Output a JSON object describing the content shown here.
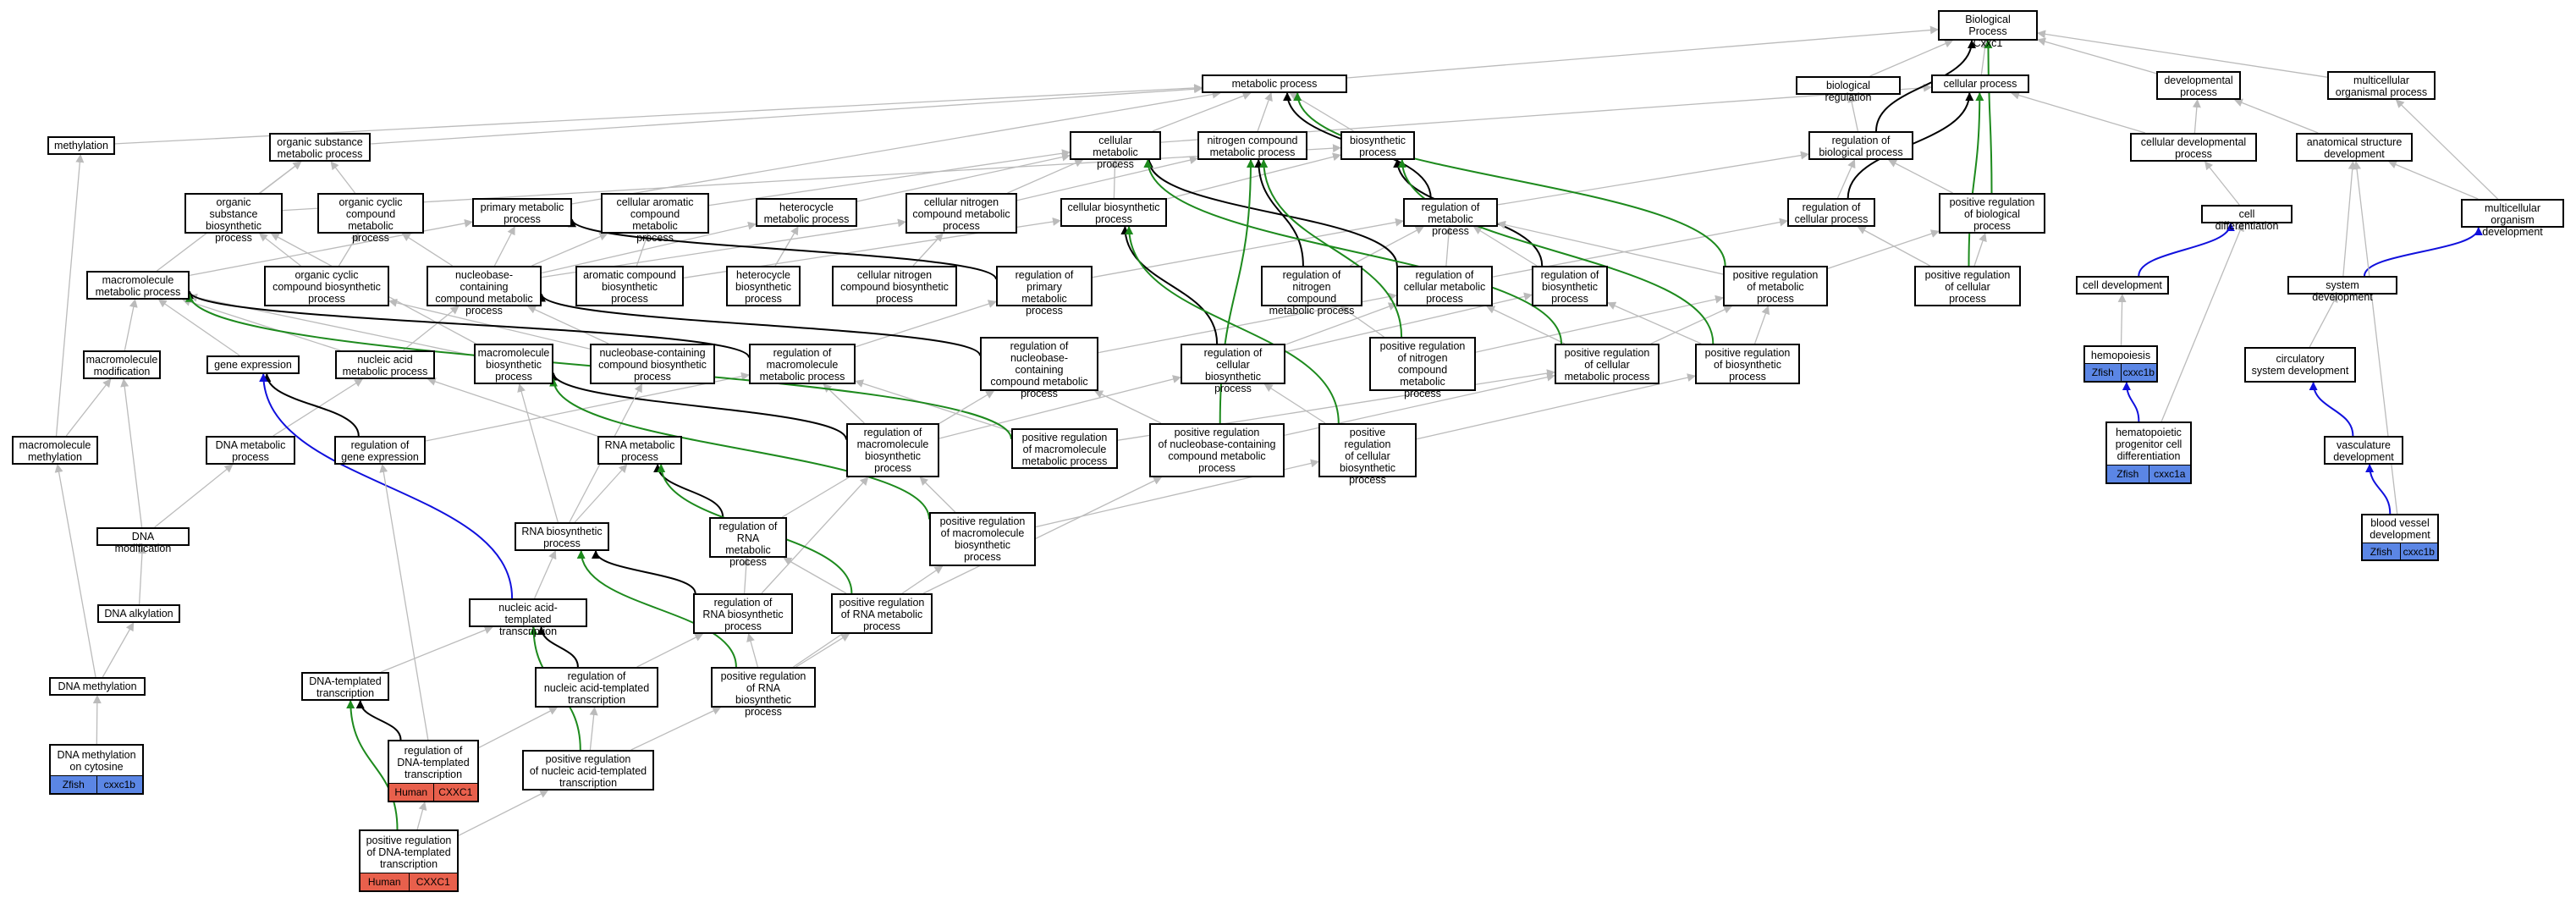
{
  "colors": {
    "inferred_edge": "#bbbbbb",
    "regulates_edge": "#000000",
    "positive_regulates_edge": "#1d8a1d",
    "part_of_edge": "#1010dd",
    "zfish_annotation": "#5b86e5",
    "human_annotation": "#e8604c"
  },
  "nodes": [
    {
      "id": "root",
      "label": "Biological Process\nCxxc1"
    },
    {
      "id": "metabolic",
      "label": "metabolic process"
    },
    {
      "id": "biolreg",
      "label": "biological regulation"
    },
    {
      "id": "cellproc",
      "label": "cellular process"
    },
    {
      "id": "devproc",
      "label": "developmental\nprocess"
    },
    {
      "id": "multiproc",
      "label": "multicellular\norganismal process"
    },
    {
      "id": "methylation",
      "label": "methylation"
    },
    {
      "id": "orgsubmet",
      "label": "organic substance\nmetabolic process"
    },
    {
      "id": "cellmet",
      "label": "cellular metabolic\nprocess"
    },
    {
      "id": "nitromet",
      "label": "nitrogen compound\nmetabolic process"
    },
    {
      "id": "biosyn",
      "label": "biosynthetic\nprocess"
    },
    {
      "id": "regbio",
      "label": "regulation of\nbiological process"
    },
    {
      "id": "celldevproc",
      "label": "cellular developmental\nprocess"
    },
    {
      "id": "anatdev",
      "label": "anatomical structure\ndevelopment"
    },
    {
      "id": "orgsubbiosyn",
      "label": "organic substance\nbiosynthetic\nprocess"
    },
    {
      "id": "orgcycmet",
      "label": "organic cyclic\ncompound metabolic\nprocess"
    },
    {
      "id": "primet",
      "label": "primary metabolic\nprocess"
    },
    {
      "id": "cellaromet",
      "label": "cellular aromatic\ncompound metabolic\nprocess"
    },
    {
      "id": "heteromet",
      "label": "heterocycle\nmetabolic process"
    },
    {
      "id": "cellnitromet",
      "label": "cellular nitrogen\ncompound metabolic\nprocess"
    },
    {
      "id": "cellbiosyn",
      "label": "cellular biosynthetic\nprocess"
    },
    {
      "id": "regmet",
      "label": "regulation of\nmetabolic process"
    },
    {
      "id": "regcellproc",
      "label": "regulation of\ncellular process"
    },
    {
      "id": "posregbio",
      "label": "positive regulation\nof biological\nprocess"
    },
    {
      "id": "celldiff",
      "label": "cell differentiation"
    },
    {
      "id": "multidev",
      "label": "multicellular\norganism development"
    },
    {
      "id": "macromet",
      "label": "macromolecule\nmetabolic process"
    },
    {
      "id": "orgcycbiosyn",
      "label": "organic cyclic\ncompound biosynthetic\nprocess"
    },
    {
      "id": "nucbasemet",
      "label": "nucleobase-containing\ncompound metabolic\nprocess"
    },
    {
      "id": "arobiosyn",
      "label": "aromatic compound\nbiosynthetic\nprocess"
    },
    {
      "id": "heterobiosyn",
      "label": "heterocycle\nbiosynthetic\nprocess"
    },
    {
      "id": "cellnitrobiosyn",
      "label": "cellular nitrogen\ncompound biosynthetic\nprocess"
    },
    {
      "id": "regprimet",
      "label": "regulation of\nprimary metabolic\nprocess"
    },
    {
      "id": "regnitromet",
      "label": "regulation of\nnitrogen compound\nmetabolic process"
    },
    {
      "id": "regcellmet",
      "label": "regulation of\ncellular metabolic\nprocess"
    },
    {
      "id": "regbiosyn",
      "label": "regulation of\nbiosynthetic\nprocess"
    },
    {
      "id": "posregmet",
      "label": "positive regulation\nof metabolic\nprocess"
    },
    {
      "id": "posregcell",
      "label": "positive regulation\nof cellular\nprocess"
    },
    {
      "id": "celldev",
      "label": "cell development"
    },
    {
      "id": "sysdev",
      "label": "system development"
    },
    {
      "id": "macromod",
      "label": "macromolecule\nmodification"
    },
    {
      "id": "geneexp",
      "label": "gene expression"
    },
    {
      "id": "nucacidmet",
      "label": "nucleic acid\nmetabolic process"
    },
    {
      "id": "macrobiosyn",
      "label": "macromolecule\nbiosynthetic\nprocess"
    },
    {
      "id": "nucbasebiosyn",
      "label": "nucleobase-containing\ncompound biosynthetic\nprocess"
    },
    {
      "id": "regmacromet",
      "label": "regulation of\nmacromolecule\nmetabolic process"
    },
    {
      "id": "regnucbasemet",
      "label": "regulation of\nnucleobase-containing\ncompound metabolic\nprocess"
    },
    {
      "id": "regcellbiosyn",
      "label": "regulation of\ncellular biosynthetic\nprocess"
    },
    {
      "id": "posregnitromet",
      "label": "positive regulation\nof nitrogen\ncompound metabolic\nprocess"
    },
    {
      "id": "posregcellmet",
      "label": "positive regulation\nof cellular\nmetabolic process"
    },
    {
      "id": "posregbiosyn",
      "label": "positive regulation\nof biosynthetic\nprocess"
    },
    {
      "id": "hemopoiesis",
      "label": "hemopoiesis",
      "anno": {
        "kind": "zfish",
        "species": "Zfish",
        "gene": "cxxc1b"
      }
    },
    {
      "id": "circdev",
      "label": "circulatory\nsystem development"
    },
    {
      "id": "macromethyl",
      "label": "macromolecule\nmethylation"
    },
    {
      "id": "dnamet",
      "label": "DNA metabolic\nprocess"
    },
    {
      "id": "reggeneexp",
      "label": "regulation of\ngene expression"
    },
    {
      "id": "rnamet",
      "label": "RNA metabolic\nprocess"
    },
    {
      "id": "regmacrobiosyn",
      "label": "regulation of\nmacromolecule\nbiosynthetic\nprocess"
    },
    {
      "id": "posregmacromet",
      "label": "positive regulation\nof macromolecule\nmetabolic process"
    },
    {
      "id": "posregnucbasemet",
      "label": "positive regulation\nof nucleobase-containing\ncompound metabolic\nprocess"
    },
    {
      "id": "posregcellbiosyn",
      "label": "positive regulation\nof cellular\nbiosynthetic\nprocess"
    },
    {
      "id": "hpcdiff",
      "label": "hematopoietic\nprogenitor cell\ndifferentiation",
      "anno": {
        "kind": "zfish",
        "species": "Zfish",
        "gene": "cxxc1a"
      }
    },
    {
      "id": "vascdev",
      "label": "vasculature\ndevelopment"
    },
    {
      "id": "dnamod",
      "label": "DNA modification"
    },
    {
      "id": "rnabiosyn",
      "label": "RNA biosynthetic\nprocess"
    },
    {
      "id": "regrnamet",
      "label": "regulation of\nRNA metabolic\nprocess"
    },
    {
      "id": "posregmacrobiosyn",
      "label": "positive regulation\nof macromolecule\nbiosynthetic\nprocess"
    },
    {
      "id": "bvdev",
      "label": "blood vessel\ndevelopment",
      "anno": {
        "kind": "zfish",
        "species": "Zfish",
        "gene": "cxxc1b"
      }
    },
    {
      "id": "dnaalk",
      "label": "DNA alkylation"
    },
    {
      "id": "nuctrans",
      "label": "nucleic acid-templated\ntranscription"
    },
    {
      "id": "regrnabiosyn",
      "label": "regulation of\nRNA biosynthetic\nprocess"
    },
    {
      "id": "posregrnamet",
      "label": "positive regulation\nof RNA metabolic\nprocess"
    },
    {
      "id": "dnamethyl",
      "label": "DNA methylation"
    },
    {
      "id": "dnatrans",
      "label": "DNA-templated\ntranscription"
    },
    {
      "id": "regnuctrans",
      "label": "regulation of\nnucleic acid-templated\ntranscription"
    },
    {
      "id": "posregrnabiosyn",
      "label": "positive regulation\nof RNA biosynthetic\nprocess"
    },
    {
      "id": "dnamethcyt",
      "label": "DNA methylation\non cytosine",
      "anno": {
        "kind": "zfish",
        "species": "Zfish",
        "gene": "cxxc1b"
      }
    },
    {
      "id": "regdnatrans",
      "label": "regulation of\nDNA-templated\ntranscription",
      "anno": {
        "kind": "human",
        "species": "Human",
        "gene": "CXXC1"
      }
    },
    {
      "id": "posregnuctrans",
      "label": "positive regulation\nof nucleic acid-templated\ntranscription"
    },
    {
      "id": "posregdnatrans",
      "label": "positive regulation\nof DNA-templated\ntranscription",
      "anno": {
        "kind": "human",
        "species": "Human",
        "gene": "CXXC1"
      }
    }
  ],
  "edges": [
    [
      "metabolic",
      "root",
      "is_a"
    ],
    [
      "biolreg",
      "root",
      "is_a"
    ],
    [
      "cellproc",
      "root",
      "is_a"
    ],
    [
      "devproc",
      "root",
      "is_a"
    ],
    [
      "multiproc",
      "root",
      "is_a"
    ],
    [
      "methylation",
      "metabolic",
      "is_a"
    ],
    [
      "orgsubmet",
      "metabolic",
      "is_a"
    ],
    [
      "cellmet",
      "metabolic",
      "is_a"
    ],
    [
      "nitromet",
      "metabolic",
      "is_a"
    ],
    [
      "biosyn",
      "metabolic",
      "is_a"
    ],
    [
      "cellmet",
      "cellproc",
      "is_a"
    ],
    [
      "regbio",
      "biolreg",
      "is_a"
    ],
    [
      "regbio",
      "root",
      "regulates"
    ],
    [
      "celldevproc",
      "cellproc",
      "is_a"
    ],
    [
      "celldevproc",
      "devproc",
      "is_a"
    ],
    [
      "anatdev",
      "devproc",
      "is_a"
    ],
    [
      "orgsubbiosyn",
      "orgsubmet",
      "is_a"
    ],
    [
      "orgsubbiosyn",
      "biosyn",
      "is_a"
    ],
    [
      "orgcycmet",
      "orgsubmet",
      "is_a"
    ],
    [
      "primet",
      "metabolic",
      "is_a"
    ],
    [
      "cellaromet",
      "cellmet",
      "is_a"
    ],
    [
      "heteromet",
      "cellmet",
      "is_a"
    ],
    [
      "cellnitromet",
      "cellmet",
      "is_a"
    ],
    [
      "cellnitromet",
      "nitromet",
      "is_a"
    ],
    [
      "cellbiosyn",
      "cellmet",
      "is_a"
    ],
    [
      "cellbiosyn",
      "biosyn",
      "is_a"
    ],
    [
      "regmet",
      "regbio",
      "is_a"
    ],
    [
      "regmet",
      "metabolic",
      "regulates"
    ],
    [
      "regcellproc",
      "regbio",
      "is_a"
    ],
    [
      "regcellproc",
      "cellproc",
      "regulates"
    ],
    [
      "posregbio",
      "regbio",
      "is_a"
    ],
    [
      "posregbio",
      "root",
      "positively_regulates"
    ],
    [
      "celldiff",
      "celldevproc",
      "is_a"
    ],
    [
      "multidev",
      "anatdev",
      "is_a"
    ],
    [
      "multidev",
      "multiproc",
      "is_a"
    ],
    [
      "macromet",
      "orgsubmet",
      "is_a"
    ],
    [
      "macromet",
      "primet",
      "is_a"
    ],
    [
      "orgcycbiosyn",
      "orgcycmet",
      "is_a"
    ],
    [
      "orgcycbiosyn",
      "orgsubbiosyn",
      "is_a"
    ],
    [
      "nucbasemet",
      "orgcycmet",
      "is_a"
    ],
    [
      "nucbasemet",
      "cellaromet",
      "is_a"
    ],
    [
      "nucbasemet",
      "heteromet",
      "is_a"
    ],
    [
      "nucbasemet",
      "cellnitromet",
      "is_a"
    ],
    [
      "nucbasemet",
      "primet",
      "is_a"
    ],
    [
      "arobiosyn",
      "cellaromet",
      "is_a"
    ],
    [
      "arobiosyn",
      "cellbiosyn",
      "is_a"
    ],
    [
      "heterobiosyn",
      "heteromet",
      "is_a"
    ],
    [
      "cellnitrobiosyn",
      "cellnitromet",
      "is_a"
    ],
    [
      "regprimet",
      "regmet",
      "is_a"
    ],
    [
      "regprimet",
      "primet",
      "regulates"
    ],
    [
      "regnitromet",
      "regmet",
      "is_a"
    ],
    [
      "regnitromet",
      "nitromet",
      "regulates"
    ],
    [
      "regcellmet",
      "regmet",
      "is_a"
    ],
    [
      "regcellmet",
      "regcellproc",
      "is_a"
    ],
    [
      "regcellmet",
      "cellmet",
      "regulates"
    ],
    [
      "regbiosyn",
      "regmet",
      "is_a"
    ],
    [
      "regbiosyn",
      "biosyn",
      "regulates"
    ],
    [
      "posregmet",
      "regmet",
      "is_a"
    ],
    [
      "posregmet",
      "posregbio",
      "is_a"
    ],
    [
      "posregmet",
      "metabolic",
      "positively_regulates"
    ],
    [
      "posregcell",
      "regcellproc",
      "is_a"
    ],
    [
      "posregcell",
      "posregbio",
      "is_a"
    ],
    [
      "posregcell",
      "cellproc",
      "positively_regulates"
    ],
    [
      "celldev",
      "celldiff",
      "part_of"
    ],
    [
      "sysdev",
      "anatdev",
      "is_a"
    ],
    [
      "sysdev",
      "multidev",
      "part_of"
    ],
    [
      "macromod",
      "macromet",
      "is_a"
    ],
    [
      "geneexp",
      "macromet",
      "is_a"
    ],
    [
      "nucacidmet",
      "nucbasemet",
      "is_a"
    ],
    [
      "nucacidmet",
      "macromet",
      "is_a"
    ],
    [
      "macrobiosyn",
      "macromet",
      "is_a"
    ],
    [
      "macrobiosyn",
      "orgsubbiosyn",
      "is_a"
    ],
    [
      "nucbasebiosyn",
      "nucbasemet",
      "is_a"
    ],
    [
      "nucbasebiosyn",
      "orgcycbiosyn",
      "is_a"
    ],
    [
      "regmacromet",
      "regprimet",
      "is_a"
    ],
    [
      "regmacromet",
      "macromet",
      "regulates"
    ],
    [
      "regnucbasemet",
      "regcellmet",
      "is_a"
    ],
    [
      "regnucbasemet",
      "nucbasemet",
      "regulates"
    ],
    [
      "regcellbiosyn",
      "regcellmet",
      "is_a"
    ],
    [
      "regcellbiosyn",
      "regbiosyn",
      "is_a"
    ],
    [
      "regcellbiosyn",
      "cellbiosyn",
      "regulates"
    ],
    [
      "posregnitromet",
      "regnitromet",
      "is_a"
    ],
    [
      "posregnitromet",
      "posregmet",
      "is_a"
    ],
    [
      "posregnitromet",
      "nitromet",
      "positively_regulates"
    ],
    [
      "posregcellmet",
      "regcellmet",
      "is_a"
    ],
    [
      "posregcellmet",
      "posregmet",
      "is_a"
    ],
    [
      "posregcellmet",
      "cellmet",
      "positively_regulates"
    ],
    [
      "posregbiosyn",
      "regbiosyn",
      "is_a"
    ],
    [
      "posregbiosyn",
      "posregmet",
      "is_a"
    ],
    [
      "posregbiosyn",
      "biosyn",
      "positively_regulates"
    ],
    [
      "hemopoiesis",
      "celldev",
      "is_a"
    ],
    [
      "circdev",
      "sysdev",
      "is_a"
    ],
    [
      "macromethyl",
      "methylation",
      "is_a"
    ],
    [
      "macromethyl",
      "macromod",
      "is_a"
    ],
    [
      "dnamet",
      "nucacidmet",
      "is_a"
    ],
    [
      "reggeneexp",
      "regmacromet",
      "is_a"
    ],
    [
      "reggeneexp",
      "geneexp",
      "regulates"
    ],
    [
      "rnamet",
      "nucacidmet",
      "is_a"
    ],
    [
      "regmacrobiosyn",
      "regmacromet",
      "is_a"
    ],
    [
      "regmacrobiosyn",
      "regcellbiosyn",
      "is_a"
    ],
    [
      "regmacrobiosyn",
      "macrobiosyn",
      "regulates"
    ],
    [
      "posregmacromet",
      "regmacromet",
      "is_a"
    ],
    [
      "posregmacromet",
      "posregcellmet",
      "is_a"
    ],
    [
      "posregmacromet",
      "macromet",
      "positively_regulates"
    ],
    [
      "posregnucbasemet",
      "regnucbasemet",
      "is_a"
    ],
    [
      "posregnucbasemet",
      "posregcellmet",
      "is_a"
    ],
    [
      "posregnucbasemet",
      "nitromet",
      "positively_regulates"
    ],
    [
      "posregcellbiosyn",
      "regcellbiosyn",
      "is_a"
    ],
    [
      "posregcellbiosyn",
      "posregbiosyn",
      "is_a"
    ],
    [
      "posregcellbiosyn",
      "cellbiosyn",
      "positively_regulates"
    ],
    [
      "hpcdiff",
      "celldiff",
      "is_a"
    ],
    [
      "hpcdiff",
      "hemopoiesis",
      "part_of"
    ],
    [
      "vascdev",
      "circdev",
      "part_of"
    ],
    [
      "dnamod",
      "macromod",
      "is_a"
    ],
    [
      "dnamod",
      "dnamet",
      "is_a"
    ],
    [
      "rnabiosyn",
      "rnamet",
      "is_a"
    ],
    [
      "rnabiosyn",
      "nucbasebiosyn",
      "is_a"
    ],
    [
      "rnabiosyn",
      "macrobiosyn",
      "is_a"
    ],
    [
      "regrnamet",
      "regnucbasemet",
      "is_a"
    ],
    [
      "regrnamet",
      "rnamet",
      "regulates"
    ],
    [
      "posregmacrobiosyn",
      "regmacrobiosyn",
      "is_a"
    ],
    [
      "posregmacrobiosyn",
      "posregcellbiosyn",
      "is_a"
    ],
    [
      "posregmacrobiosyn",
      "macrobiosyn",
      "positively_regulates"
    ],
    [
      "bvdev",
      "vascdev",
      "part_of"
    ],
    [
      "bvdev",
      "anatdev",
      "is_a"
    ],
    [
      "dnaalk",
      "dnamod",
      "is_a"
    ],
    [
      "nuctrans",
      "rnabiosyn",
      "is_a"
    ],
    [
      "nuctrans",
      "geneexp",
      "part_of"
    ],
    [
      "regrnabiosyn",
      "regrnamet",
      "is_a"
    ],
    [
      "regrnabiosyn",
      "regmacrobiosyn",
      "is_a"
    ],
    [
      "regrnabiosyn",
      "rnabiosyn",
      "regulates"
    ],
    [
      "posregrnamet",
      "regrnamet",
      "is_a"
    ],
    [
      "posregrnamet",
      "posregnucbasemet",
      "is_a"
    ],
    [
      "posregrnamet",
      "rnamet",
      "positively_regulates"
    ],
    [
      "dnamethyl",
      "dnaalk",
      "is_a"
    ],
    [
      "dnamethyl",
      "macromethyl",
      "is_a"
    ],
    [
      "dnatrans",
      "nuctrans",
      "is_a"
    ],
    [
      "regnuctrans",
      "regrnabiosyn",
      "is_a"
    ],
    [
      "regnuctrans",
      "nuctrans",
      "regulates"
    ],
    [
      "posregrnabiosyn",
      "regrnabiosyn",
      "is_a"
    ],
    [
      "posregrnabiosyn",
      "posregmacrobiosyn",
      "is_a"
    ],
    [
      "posregrnabiosyn",
      "posregrnamet",
      "is_a"
    ],
    [
      "posregrnabiosyn",
      "rnabiosyn",
      "positively_regulates"
    ],
    [
      "dnamethcyt",
      "dnamethyl",
      "is_a"
    ],
    [
      "regdnatrans",
      "regnuctrans",
      "is_a"
    ],
    [
      "regdnatrans",
      "reggeneexp",
      "is_a"
    ],
    [
      "regdnatrans",
      "dnatrans",
      "regulates"
    ],
    [
      "posregnuctrans",
      "regnuctrans",
      "is_a"
    ],
    [
      "posregnuctrans",
      "posregrnabiosyn",
      "is_a"
    ],
    [
      "posregnuctrans",
      "nuctrans",
      "positively_regulates"
    ],
    [
      "posregdnatrans",
      "regdnatrans",
      "is_a"
    ],
    [
      "posregdnatrans",
      "posregnuctrans",
      "is_a"
    ],
    [
      "posregdnatrans",
      "dnatrans",
      "positively_regulates"
    ]
  ]
}
